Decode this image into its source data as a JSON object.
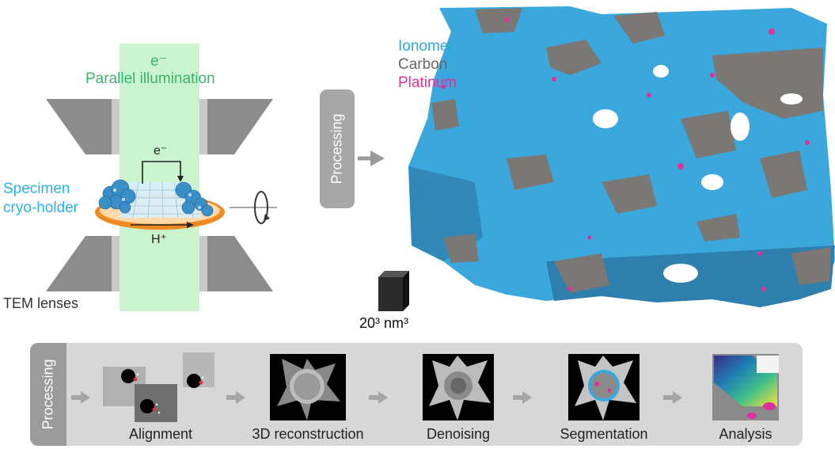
{
  "colors": {
    "ionomer": "#3aa8dc",
    "carbon": "#7a7775",
    "platinum": "#e0309a",
    "beam": "#bff2c4",
    "beam_text": "#3cb371",
    "lens": "#8c8c8c",
    "holder_orange": "#f08a1f",
    "cyan_label": "#2bb2e6"
  },
  "tem": {
    "electron_label": "e⁻",
    "illumination_label": "Parallel illumination",
    "electron_inner_label": "e⁻",
    "proton_label": "H⁺",
    "holder_label_line1": "Specimen",
    "holder_label_line2": "cryo-holder",
    "lenses_label": "TEM lenses",
    "rotation_icon": "rotation-icon"
  },
  "processing_badge": {
    "label": "Processing"
  },
  "legend": {
    "items": [
      {
        "label": "Ionomer",
        "color": "#2aa8e0"
      },
      {
        "label": "Carbon",
        "color": "#666666"
      },
      {
        "label": "Platinum",
        "color": "#e0309a"
      }
    ]
  },
  "scale": {
    "label": "20³ nm³"
  },
  "pipeline": {
    "side_label": "Processing",
    "steps": [
      {
        "label": "Alignment"
      },
      {
        "label": "3D reconstruction"
      },
      {
        "label": "Denoising"
      },
      {
        "label": "Segmentation"
      },
      {
        "label": "Analysis"
      }
    ]
  }
}
